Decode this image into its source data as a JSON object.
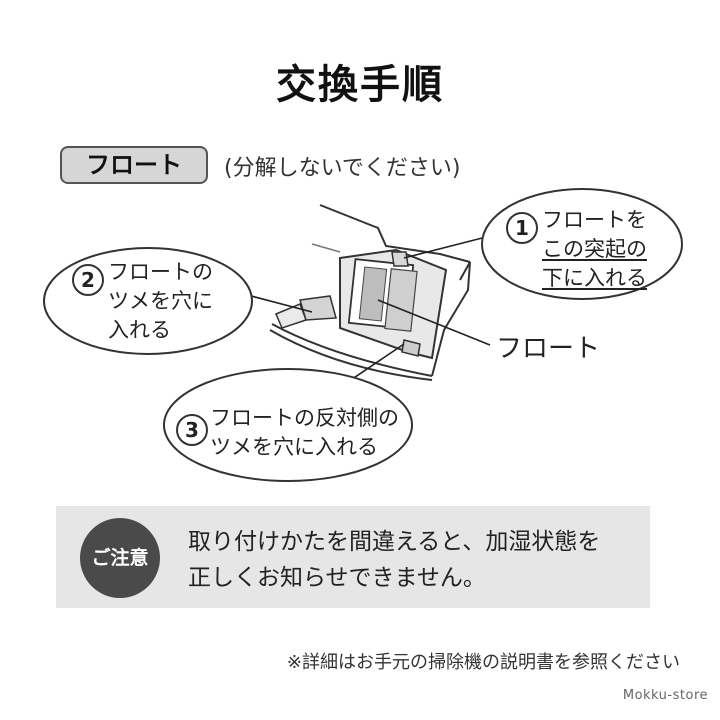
{
  "title": "交換手順",
  "part": {
    "name": "フロート",
    "note": "(分解しないでください)"
  },
  "steps": [
    {
      "number": "1",
      "lines": [
        "フロートを",
        "この突起の",
        "下に入れる"
      ]
    },
    {
      "number": "2",
      "lines": [
        "フロートの",
        "ツメを穴に",
        "入れる"
      ]
    },
    {
      "number": "3",
      "lines": [
        "フロートの反対側の",
        "ツメを穴に入れる"
      ]
    }
  ],
  "float_label": "フロート",
  "caution": {
    "badge": "ご注意",
    "lines": [
      "取り付けかたを間違えると、加湿状態を",
      "正しくお知らせできません。"
    ]
  },
  "footnote": "※詳細はお手元の掃除機の説明書を参照ください",
  "store_mark": "Mokku-store"
}
